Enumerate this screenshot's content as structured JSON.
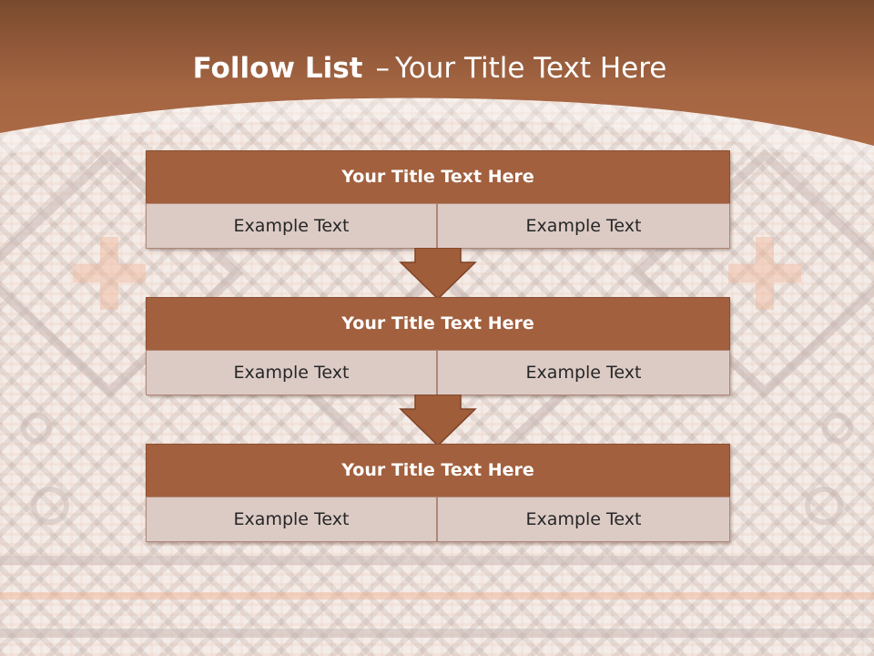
{
  "title": {
    "bold": "Follow List",
    "separator": "–",
    "rest": "Your Title Text Here"
  },
  "colors": {
    "header_band": "#a46542",
    "block_header": "#a2603e",
    "cell": "#dccbc5",
    "arrow": "#a05d3a"
  },
  "steps": [
    {
      "title": "Your Title Text Here",
      "left": "Example Text",
      "right": "Example Text"
    },
    {
      "title": "Your Title Text Here",
      "left": "Example Text",
      "right": "Example Text"
    },
    {
      "title": "Your Title Text Here",
      "left": "Example Text",
      "right": "Example Text"
    }
  ]
}
